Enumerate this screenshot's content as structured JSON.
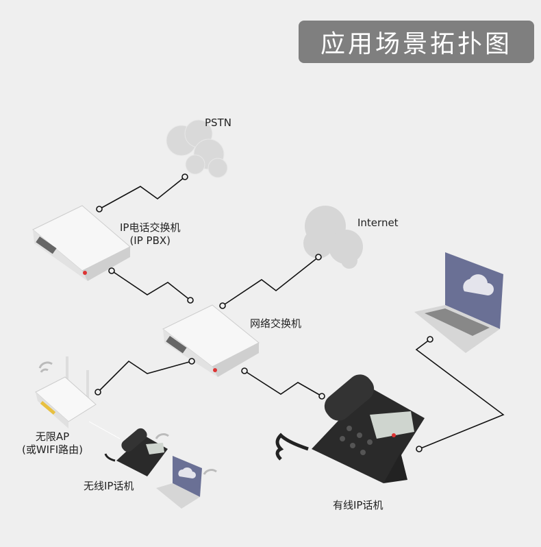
{
  "title": "应用场景拓扑图",
  "nodes": {
    "pstn": "PSTN",
    "internet": "Internet",
    "pbx_line1": "IP电话交换机",
    "pbx_line2": "(IP PBX)",
    "switch": "网络交换机",
    "ap_line1": "无限AP",
    "ap_line2": "(或WIFI路由)",
    "wireless_phone": "无线IP话机",
    "wired_phone": "有线IP话机"
  },
  "colors": {
    "title_bg": "#7f7f7f",
    "background": "#efefef",
    "line": "#111111"
  }
}
